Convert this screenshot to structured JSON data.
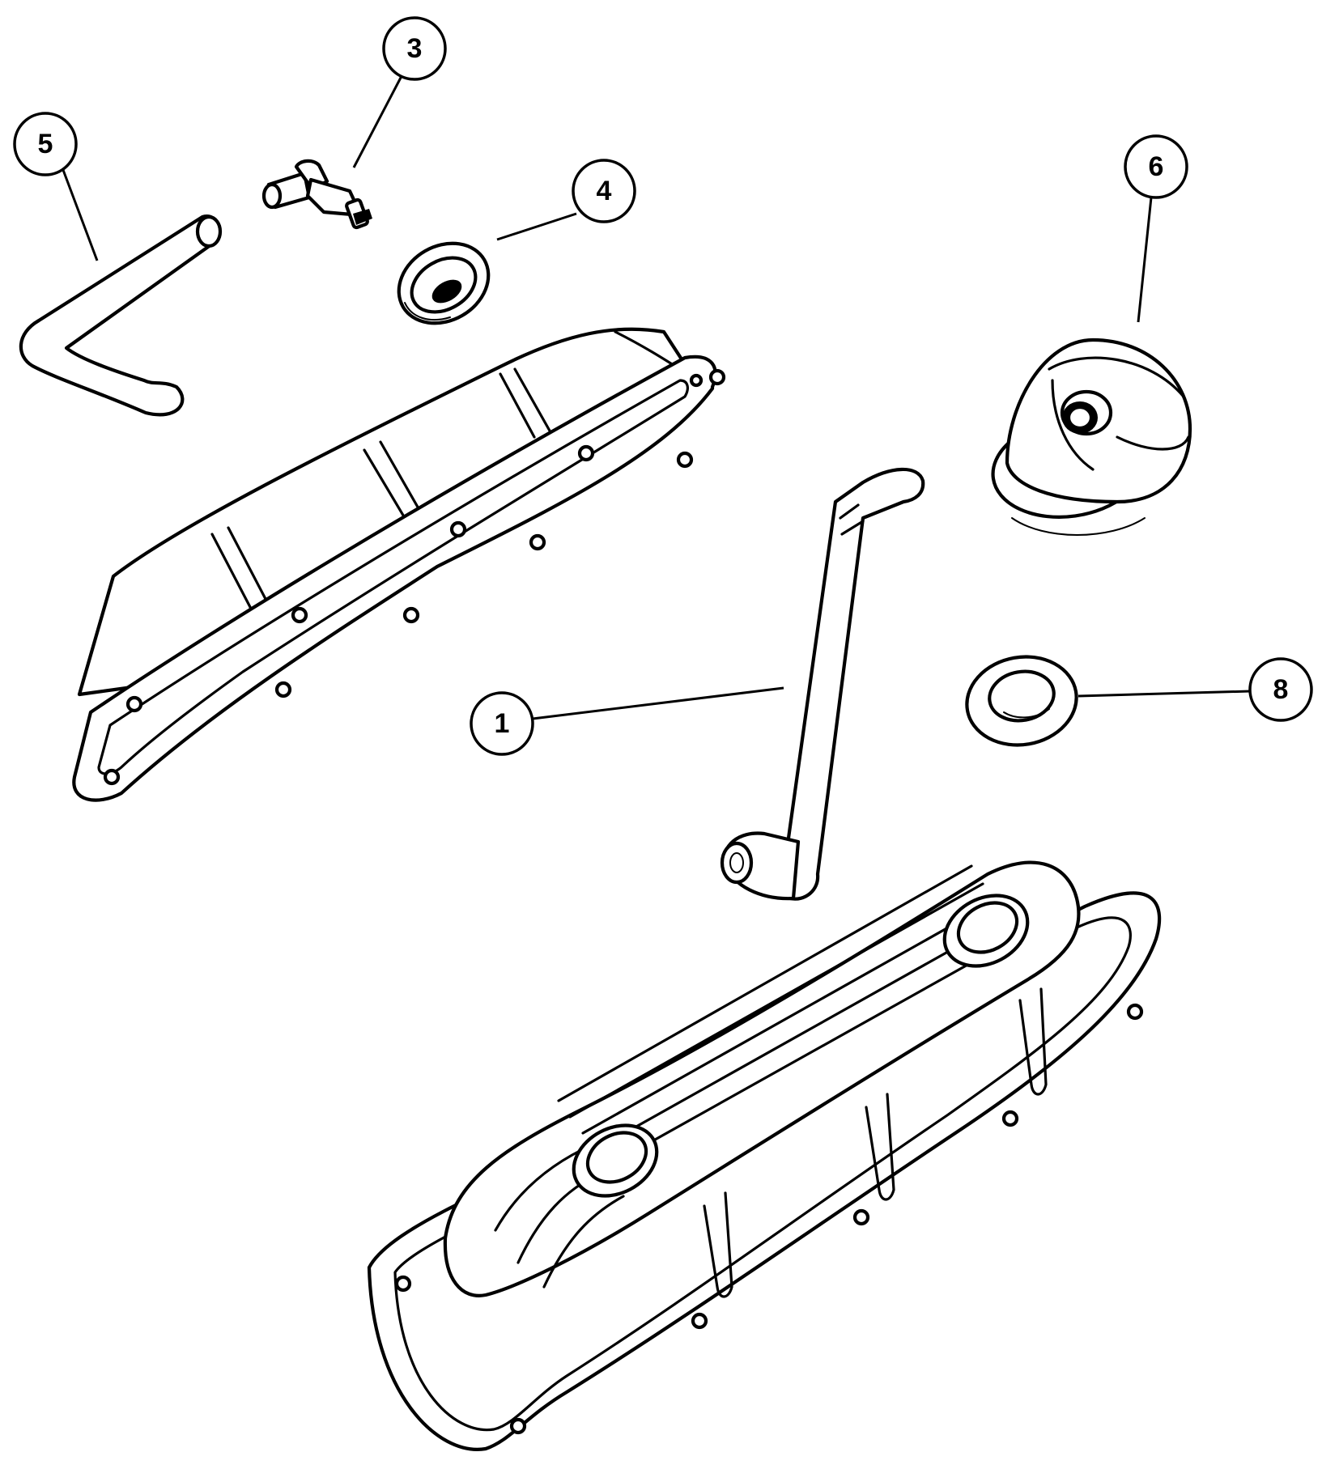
{
  "callouts": {
    "c1": "1",
    "c3": "3",
    "c4": "4",
    "c5": "5",
    "c6": "6",
    "c8": "8"
  }
}
